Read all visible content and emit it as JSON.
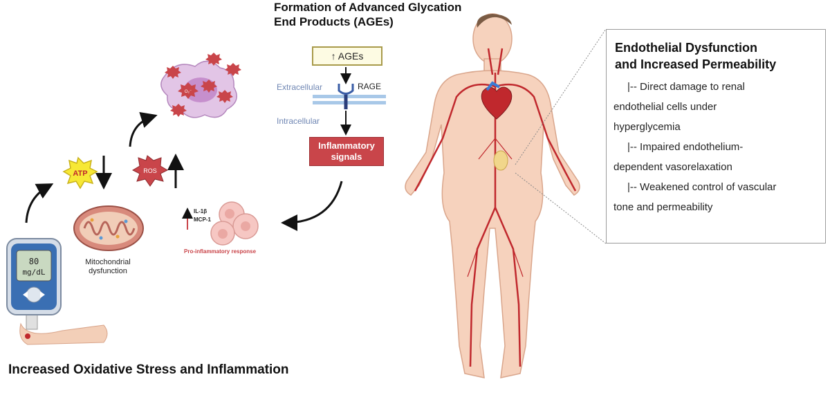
{
  "ages_section": {
    "title_line1": "Formation of Advanced Glycation",
    "title_line2": "End Products (AGEs)",
    "ages_box": "↑ AGEs",
    "rage_label": "RAGE",
    "extracellular": "Extracellular",
    "intracellular": "Intracellular",
    "inflammatory_line1": "Inflammatory",
    "inflammatory_line2": "signals"
  },
  "oxidative_section": {
    "title": "Increased Oxidative Stress and Inflammation",
    "atp_label": "ATP",
    "ros_label": "ROS",
    "mito_line1": "Mitochondrial",
    "mito_line2": "dysfunction",
    "il1b": "IL-1β",
    "mcp1": "MCP-1",
    "pro_inflammatory": "Pro-inflammatory response",
    "meter_line1": "80",
    "meter_line2": "mg/dL",
    "cell_label": "O₂⁻"
  },
  "endothelial_box": {
    "title_line1": "Endothelial Dysfunction",
    "title_line2": "and Increased Permeability",
    "item1_line1": "|-- Direct damage to renal",
    "item1_line2": "endothelial cells under",
    "item1_line3": "hyperglycemia",
    "item2_line1": "|-- Impaired endothelium-",
    "item2_line2": "dependent vasorelaxation",
    "item3_line1": "|-- Weakened control of vascular",
    "item3_line2": "tone and permeability"
  },
  "colors": {
    "skin": "#f6d2bd",
    "skin_outline": "#d9a58b",
    "artery": "#c0282d",
    "vein": "#7c2a35",
    "infl_red": "#c9454a",
    "ages_yellow": "#fdfbe3",
    "membrane_blue": "#a8c8e8",
    "meter_blue": "#2f6fb8"
  }
}
